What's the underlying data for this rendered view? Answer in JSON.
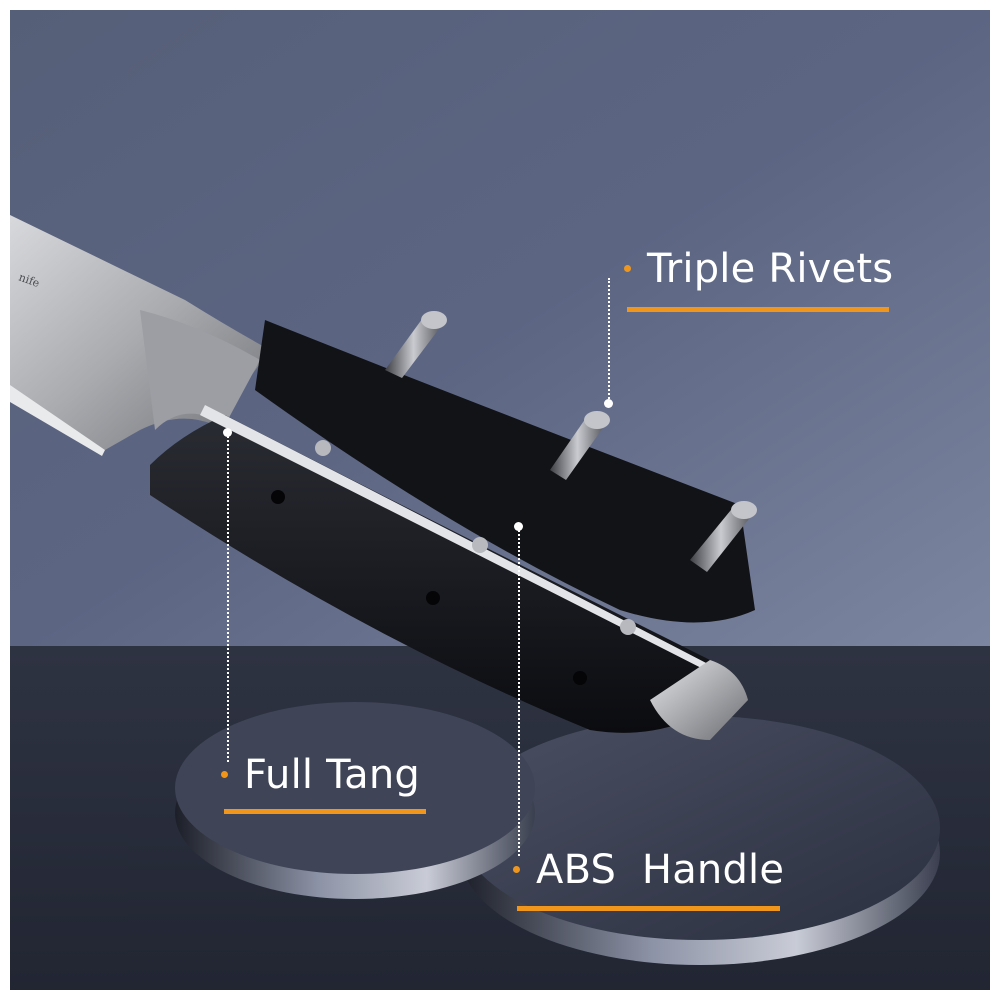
{
  "colors": {
    "accent": "#f0961c",
    "wall_top": "#5d6680",
    "wall_bottom": "#3a4259",
    "floor": "#2a2f3d",
    "label_text": "#ffffff"
  },
  "callouts": {
    "triple_rivets": "Triple Rivets",
    "full_tang": "Full Tang",
    "abs_handle": "ABS  Handle"
  },
  "blade_marking": "nife"
}
